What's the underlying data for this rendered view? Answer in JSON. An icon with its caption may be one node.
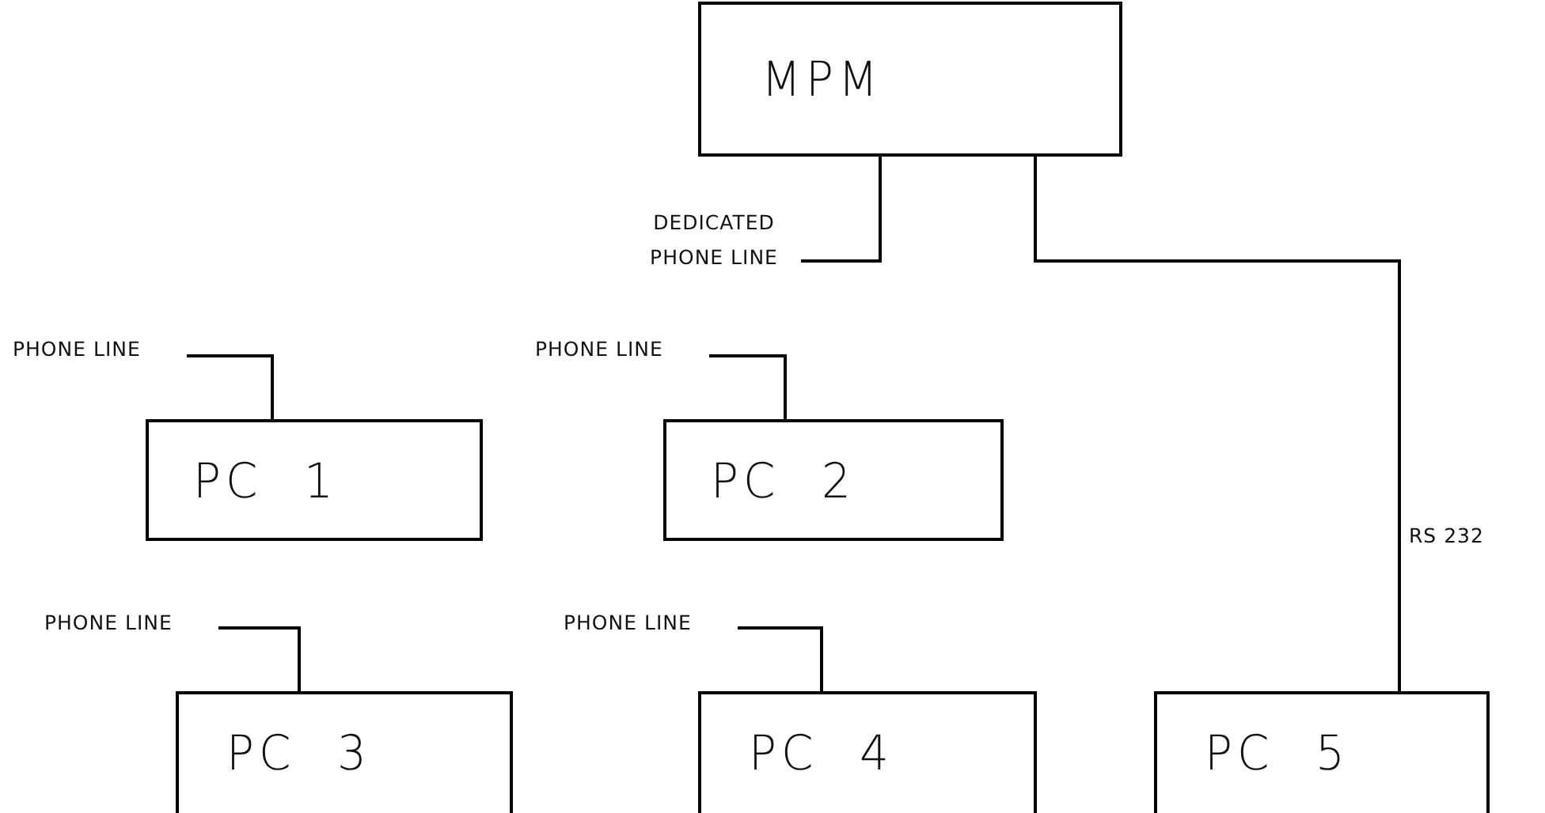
{
  "diagram": {
    "nodes": [
      {
        "text": [
          "MPM"
        ]
      },
      {
        "text": [
          "DEDICATED PHONE LINE"
        ]
      },
      {
        "text": [
          "PHONE LINE"
        ]
      },
      {
        "text": [
          "PC 1"
        ]
      },
      {
        "text": [
          "PHONE LINE"
        ]
      },
      {
        "text": [
          "PC 2"
        ]
      },
      {
        "text": [
          "PHONE LINE"
        ]
      },
      {
        "text": [
          "PC 3"
        ]
      },
      {
        "text": [
          "PHONE LINE"
        ]
      },
      {
        "text": [
          "PC 4"
        ]
      },
      {
        "text": [
          "PC 5"
        ]
      }
    ],
    "edges": [
      {
        "from": 0,
        "to": 1,
        "arrow": "none"
      },
      {
        "from": 0,
        "to": 10,
        "arrow": "none",
        "label": "RS 232"
      },
      {
        "from": 2,
        "to": 3,
        "arrow": "none"
      },
      {
        "from": 4,
        "to": 5,
        "arrow": "none"
      },
      {
        "from": 6,
        "to": 7,
        "arrow": "none"
      },
      {
        "from": 8,
        "to": 9,
        "arrow": "none"
      }
    ]
  }
}
